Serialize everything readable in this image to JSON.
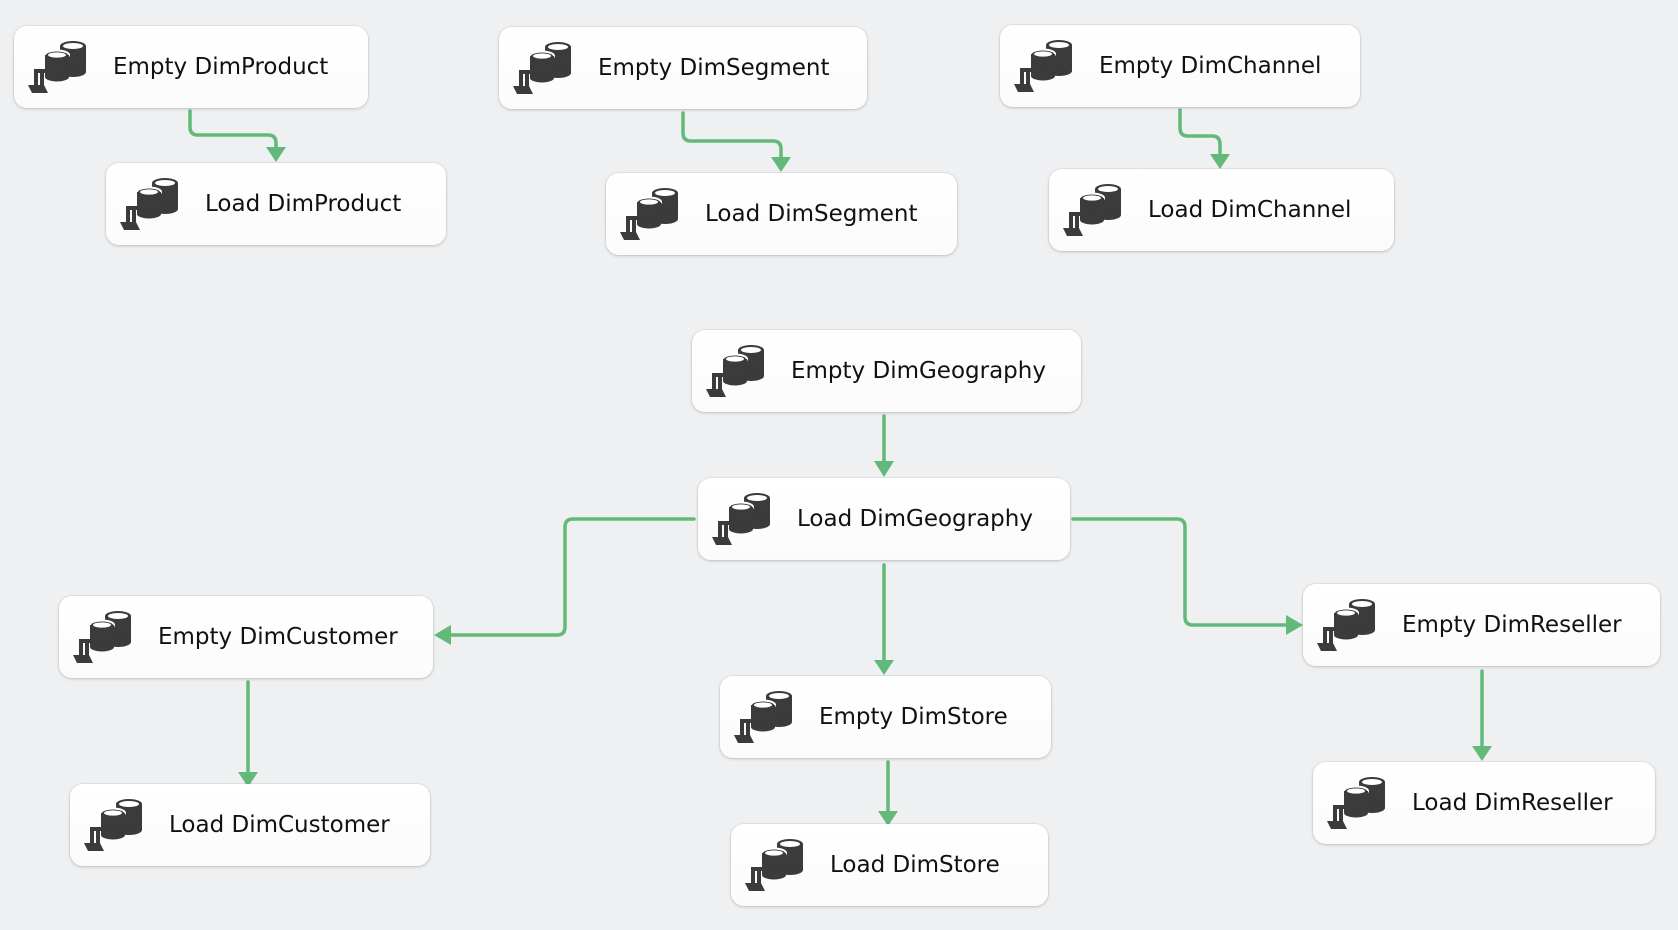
{
  "colors": {
    "canvas_background": "#eff0f2",
    "task_background": "#ffffff",
    "task_text": "#111111",
    "precedence_arrow": "#63b97a",
    "icon_fill": "#3b3b3b"
  },
  "tasks": {
    "empty_dimproduct": {
      "label": "Empty DimProduct",
      "icon": "execute-sql-task-icon"
    },
    "load_dimproduct": {
      "label": "Load DimProduct",
      "icon": "execute-sql-task-icon"
    },
    "empty_dimsegment": {
      "label": "Empty DimSegment",
      "icon": "execute-sql-task-icon"
    },
    "load_dimsegment": {
      "label": "Load DimSegment",
      "icon": "execute-sql-task-icon"
    },
    "empty_dimchannel": {
      "label": "Empty DimChannel",
      "icon": "execute-sql-task-icon"
    },
    "load_dimchannel": {
      "label": "Load DimChannel",
      "icon": "execute-sql-task-icon"
    },
    "empty_dimgeography": {
      "label": "Empty DimGeography",
      "icon": "execute-sql-task-icon"
    },
    "load_dimgeography": {
      "label": "Load DimGeography",
      "icon": "execute-sql-task-icon"
    },
    "empty_dimcustomer": {
      "label": "Empty DimCustomer",
      "icon": "execute-sql-task-icon"
    },
    "load_dimcustomer": {
      "label": "Load DimCustomer",
      "icon": "execute-sql-task-icon"
    },
    "empty_dimstore": {
      "label": "Empty DimStore",
      "icon": "execute-sql-task-icon"
    },
    "load_dimstore": {
      "label": "Load DimStore",
      "icon": "execute-sql-task-icon"
    },
    "empty_dimreseller": {
      "label": "Empty DimReseller",
      "icon": "execute-sql-task-icon"
    },
    "load_dimreseller": {
      "label": "Load DimReseller",
      "icon": "execute-sql-task-icon"
    }
  },
  "precedence_constraints": [
    {
      "from": "empty_dimproduct",
      "to": "load_dimproduct",
      "type": "success"
    },
    {
      "from": "empty_dimsegment",
      "to": "load_dimsegment",
      "type": "success"
    },
    {
      "from": "empty_dimchannel",
      "to": "load_dimchannel",
      "type": "success"
    },
    {
      "from": "empty_dimgeography",
      "to": "load_dimgeography",
      "type": "success"
    },
    {
      "from": "load_dimgeography",
      "to": "empty_dimcustomer",
      "type": "success"
    },
    {
      "from": "load_dimgeography",
      "to": "empty_dimstore",
      "type": "success"
    },
    {
      "from": "load_dimgeography",
      "to": "empty_dimreseller",
      "type": "success"
    },
    {
      "from": "empty_dimcustomer",
      "to": "load_dimcustomer",
      "type": "success"
    },
    {
      "from": "empty_dimstore",
      "to": "load_dimstore",
      "type": "success"
    },
    {
      "from": "empty_dimreseller",
      "to": "load_dimreseller",
      "type": "success"
    }
  ]
}
